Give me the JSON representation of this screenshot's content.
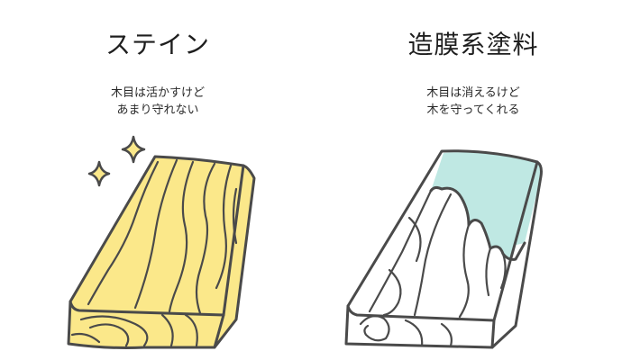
{
  "left": {
    "title": "ステイン",
    "description_lines": [
      "木目は活かすけど",
      "あまり守れない"
    ]
  },
  "right": {
    "title": "造膜系塗料",
    "description_lines": [
      "木目は消えるけど",
      "木を守ってくれる"
    ]
  },
  "colors": {
    "stain_wood": "#fbe88a",
    "film_coat": "#bfe8e3",
    "outline": "#4a4a4a",
    "sparkle": "#fbe88a"
  }
}
